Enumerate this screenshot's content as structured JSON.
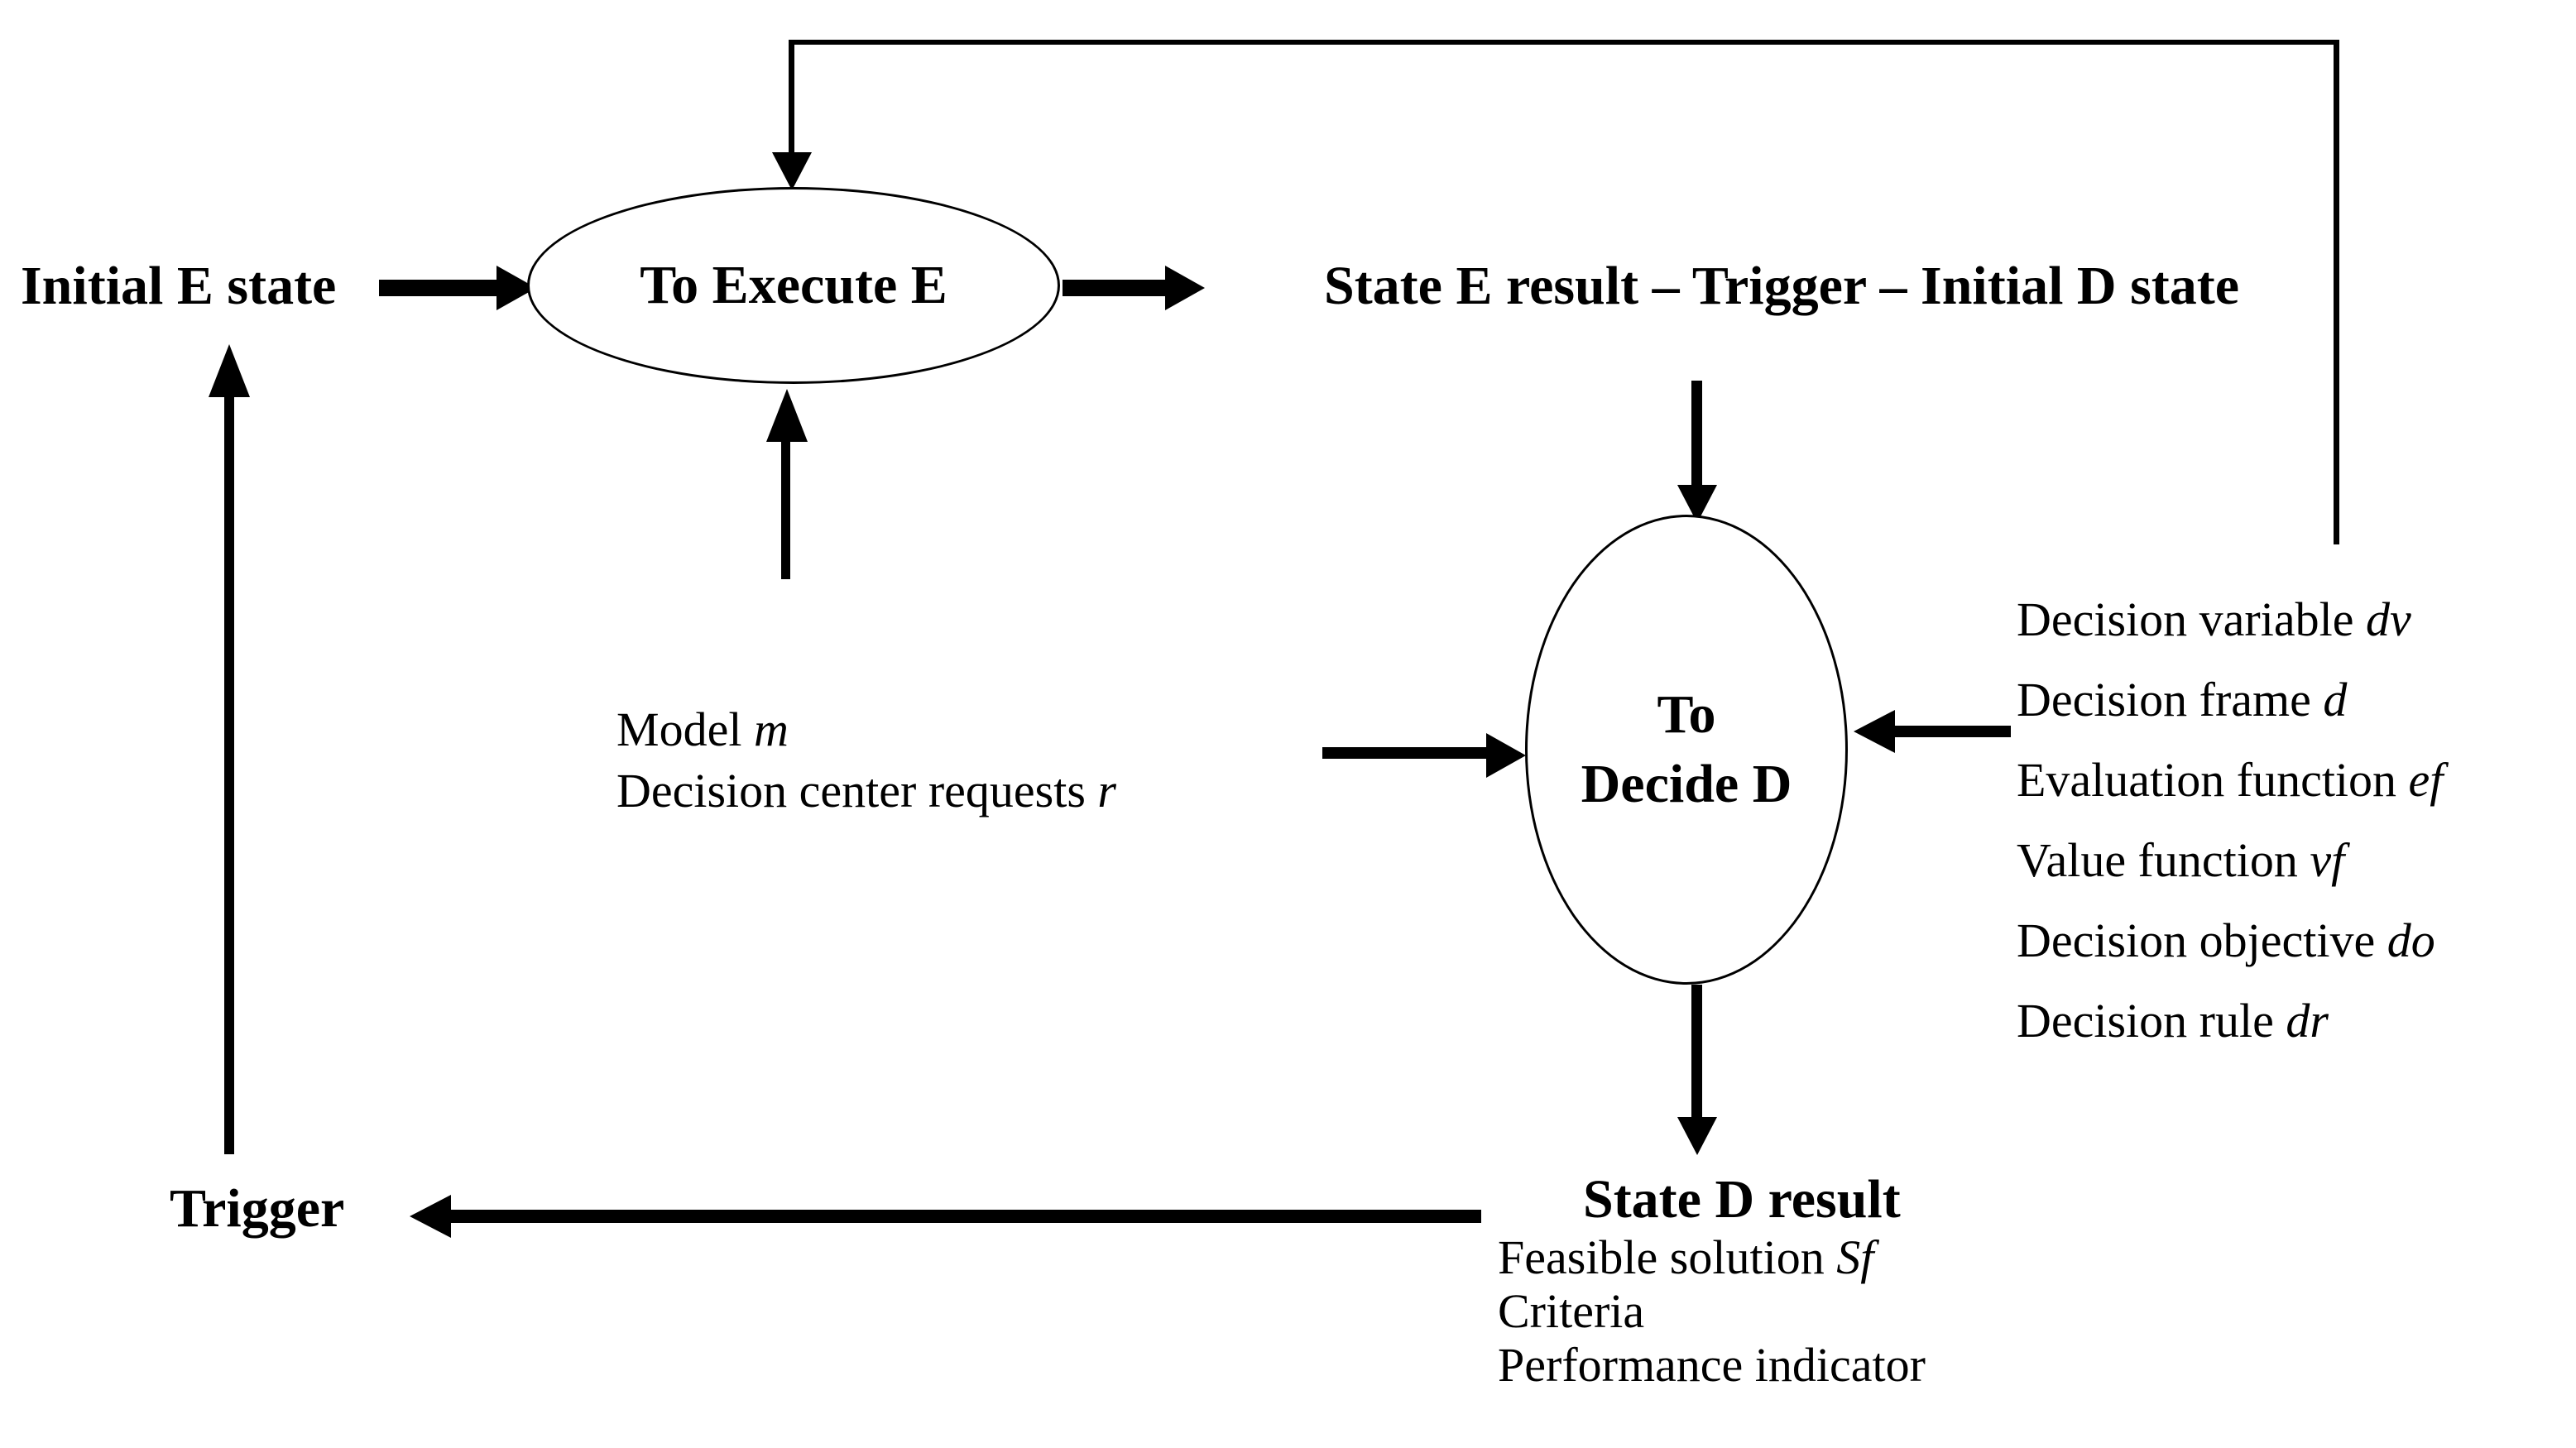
{
  "diagram": {
    "background_color": "#ffffff",
    "ink_color": "#000000",
    "nodes": {
      "execute": {
        "label": "To Execute E"
      },
      "decide": {
        "label_line1": "To",
        "label_line2": "Decide D"
      }
    },
    "labels": {
      "initial_e_state": "Initial E state",
      "state_e_result": "State E result – Trigger – Initial D state",
      "trigger": "Trigger",
      "state_d_result": "State D result"
    },
    "execute_inputs": [
      {
        "text": "Model ",
        "var": "m"
      },
      {
        "text": "Decision center requests ",
        "var": "r"
      }
    ],
    "decide_inputs": [
      {
        "text": "Decision variable ",
        "var": "dv"
      },
      {
        "text": "Decision frame ",
        "var": "d"
      },
      {
        "text": "Evaluation function ",
        "var": "ef"
      },
      {
        "text": "Value function ",
        "var": "vf"
      },
      {
        "text": "Decision objective ",
        "var": "do"
      },
      {
        "text": "Decision rule ",
        "var": "dr"
      }
    ],
    "decide_outputs": [
      {
        "text": "Feasible solution ",
        "var": "Sf"
      },
      {
        "text": "Criteria",
        "var": ""
      },
      {
        "text": "Performance indicator",
        "var": ""
      }
    ]
  }
}
